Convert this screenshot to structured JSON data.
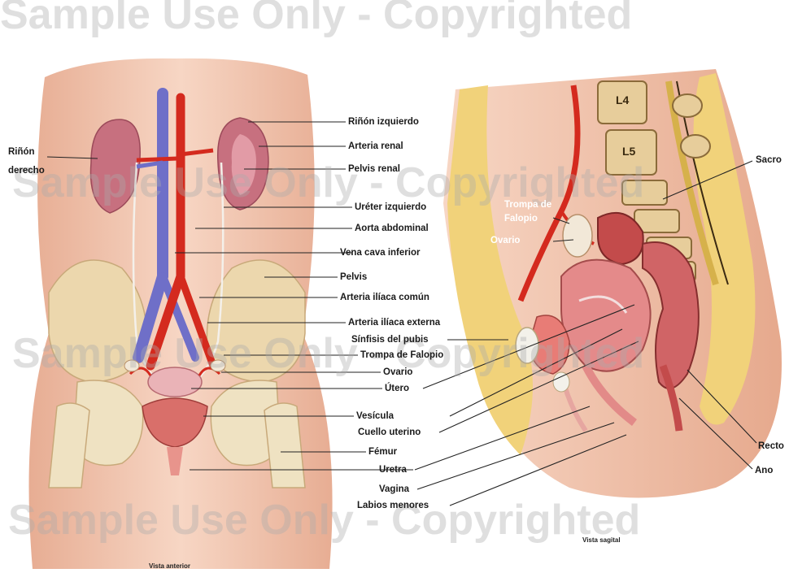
{
  "labels": {
    "rinon_derecho_1": "Riñón",
    "rinon_derecho_2": "derecho",
    "rinon_izquierdo": "Riñón izquierdo",
    "arteria_renal": "Arteria renal",
    "pelvis_renal": "Pelvis renal",
    "ureter_izquierdo": "Uréter izquierdo",
    "aorta_abdominal": "Aorta abdominal",
    "vena_cava_inferior": "Vena cava inferior",
    "pelvis": "Pelvis",
    "arteria_iliaca_comun": "Arteria ilíaca común",
    "arteria_iliaca_externa": "Arteria ilíaca externa",
    "sinfisis_del_pubis": "Sínfisis del pubis",
    "trompa_de_falopio": "Trompa de Falopio",
    "ovario": "Ovario",
    "utero": "Útero",
    "vesicula": "Vesícula",
    "cuello_uterino": "Cuello uterino",
    "femur": "Fémur",
    "uretra": "Uretra",
    "vagina": "Vagina",
    "labios_menores": "Labios menores",
    "sacro": "Sacro",
    "recto": "Recto",
    "ano": "Ano",
    "trompa_sagital_1": "Trompa de",
    "trompa_sagital_2": "Falopio",
    "ovario_sagital": "Ovario",
    "vertebra_l4": "L4",
    "vertebra_l5": "L5"
  },
  "captions": {
    "vista_anterior": "Vista anterior",
    "vista_sagital": "Vista sagital"
  },
  "watermark": "Sample Use Only - Copyrighted",
  "colors": {
    "skin": "#f3c9b4",
    "kidney": "#c96a7e",
    "artery": "#d42a1e",
    "vein": "#6f6fc8",
    "bone": "#efe2c2",
    "uterus": "#e48a8a",
    "fat": "#f1d27a"
  }
}
